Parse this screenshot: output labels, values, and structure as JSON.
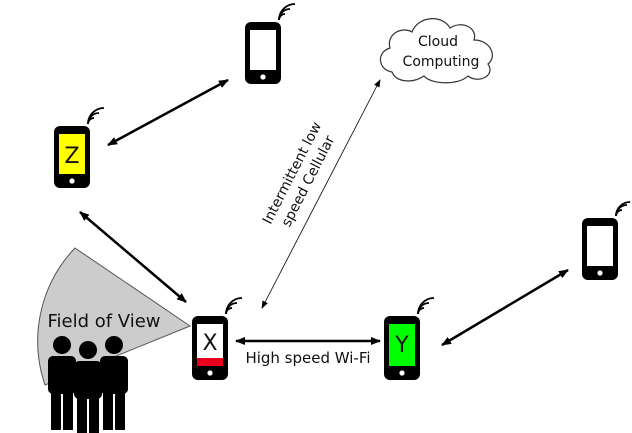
{
  "labels": {
    "cloud_line1": "Cloud",
    "cloud_line2": "Computing",
    "cellular_line1": "Intermittent low",
    "cellular_line2": "speed Cellular",
    "wifi": "High speed Wi-Fi",
    "field_of_view": "Field of View"
  },
  "phones": {
    "x_letter": "X",
    "y_letter": "Y",
    "z_letter": "Z"
  },
  "colors": {
    "phone_body": "#000000",
    "screen": "#ffffff",
    "z_screen": "#ffff00",
    "y_screen": "#00ff00",
    "x_bar": "#e8001c",
    "fov_fill": "#cccccc"
  }
}
